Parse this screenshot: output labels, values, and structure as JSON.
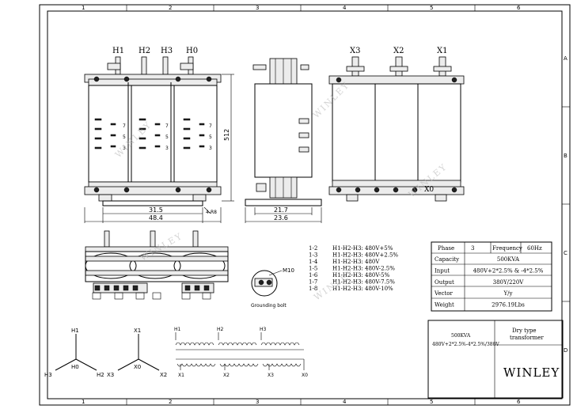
{
  "border": {
    "cols": [
      "1",
      "2",
      "3",
      "4",
      "5",
      "6"
    ],
    "rows": [
      "A",
      "B",
      "C",
      "D"
    ]
  },
  "front_view": {
    "terminals": [
      "H1",
      "H2",
      "H3",
      "H0"
    ],
    "height_dim": "512",
    "width_inner_dim": "31.5",
    "width_outer_dim": "48.4",
    "detail_label": "4-R8",
    "taps": [
      "7",
      "5",
      "3"
    ]
  },
  "side_view": {
    "depth_inner_dim": "21.7",
    "depth_outer_dim": "23.6"
  },
  "rear_view": {
    "terminals": [
      "X3",
      "X2",
      "X1"
    ],
    "neutral": "X0"
  },
  "grounding": {
    "part": "M10",
    "label": "Grounding bolt"
  },
  "tap_table": [
    {
      "pos": "1-2",
      "setting": "H1-H2-H3: 480V+5%"
    },
    {
      "pos": "1-3",
      "setting": "H1-H2-H3: 480V+2.5%"
    },
    {
      "pos": "1-4",
      "setting": "H1-H2-H3: 480V"
    },
    {
      "pos": "1-5",
      "setting": "H1-H2-H3: 480V-2.5%"
    },
    {
      "pos": "1-6",
      "setting": "H1-H2-H3: 480V-5%"
    },
    {
      "pos": "1-7",
      "setting": "H1-H2-H3: 480V-7.5%"
    },
    {
      "pos": "1-8",
      "setting": "H1-H2-H3: 480V-10%"
    }
  ],
  "specs": {
    "phase_label": "Phase",
    "phase_value": "3",
    "frequency_label": "Frequency",
    "frequency_value": "60Hz",
    "rows": [
      {
        "label": "Capacity",
        "value": "500KVA"
      },
      {
        "label": "Input",
        "value": "480V+2*2.5% & -4*2.5%"
      },
      {
        "label": "Output",
        "value": "380Y/220V"
      },
      {
        "label": "Vector",
        "value": "Y/y"
      },
      {
        "label": "Weight",
        "value": "2976.19Lbs"
      }
    ]
  },
  "title_block": {
    "rating": "500KVA",
    "voltage": "480V+2*2.5%-4*2.5%/380V",
    "product_line1": "Dry type",
    "product_line2": "transformer",
    "brand": "WINLEY"
  },
  "vector_diagram": {
    "primary": {
      "top": "H1",
      "center": "H0",
      "left": "H3",
      "right": "H2"
    },
    "secondary": {
      "top": "X1",
      "center": "X0",
      "left": "X3",
      "right": "X2"
    }
  },
  "winding_diagram": {
    "top_labels": [
      "H1",
      "H2",
      "H3"
    ],
    "bottom_labels": [
      "X1",
      "X2",
      "X3",
      "X0"
    ]
  },
  "watermark": "WINLEY"
}
